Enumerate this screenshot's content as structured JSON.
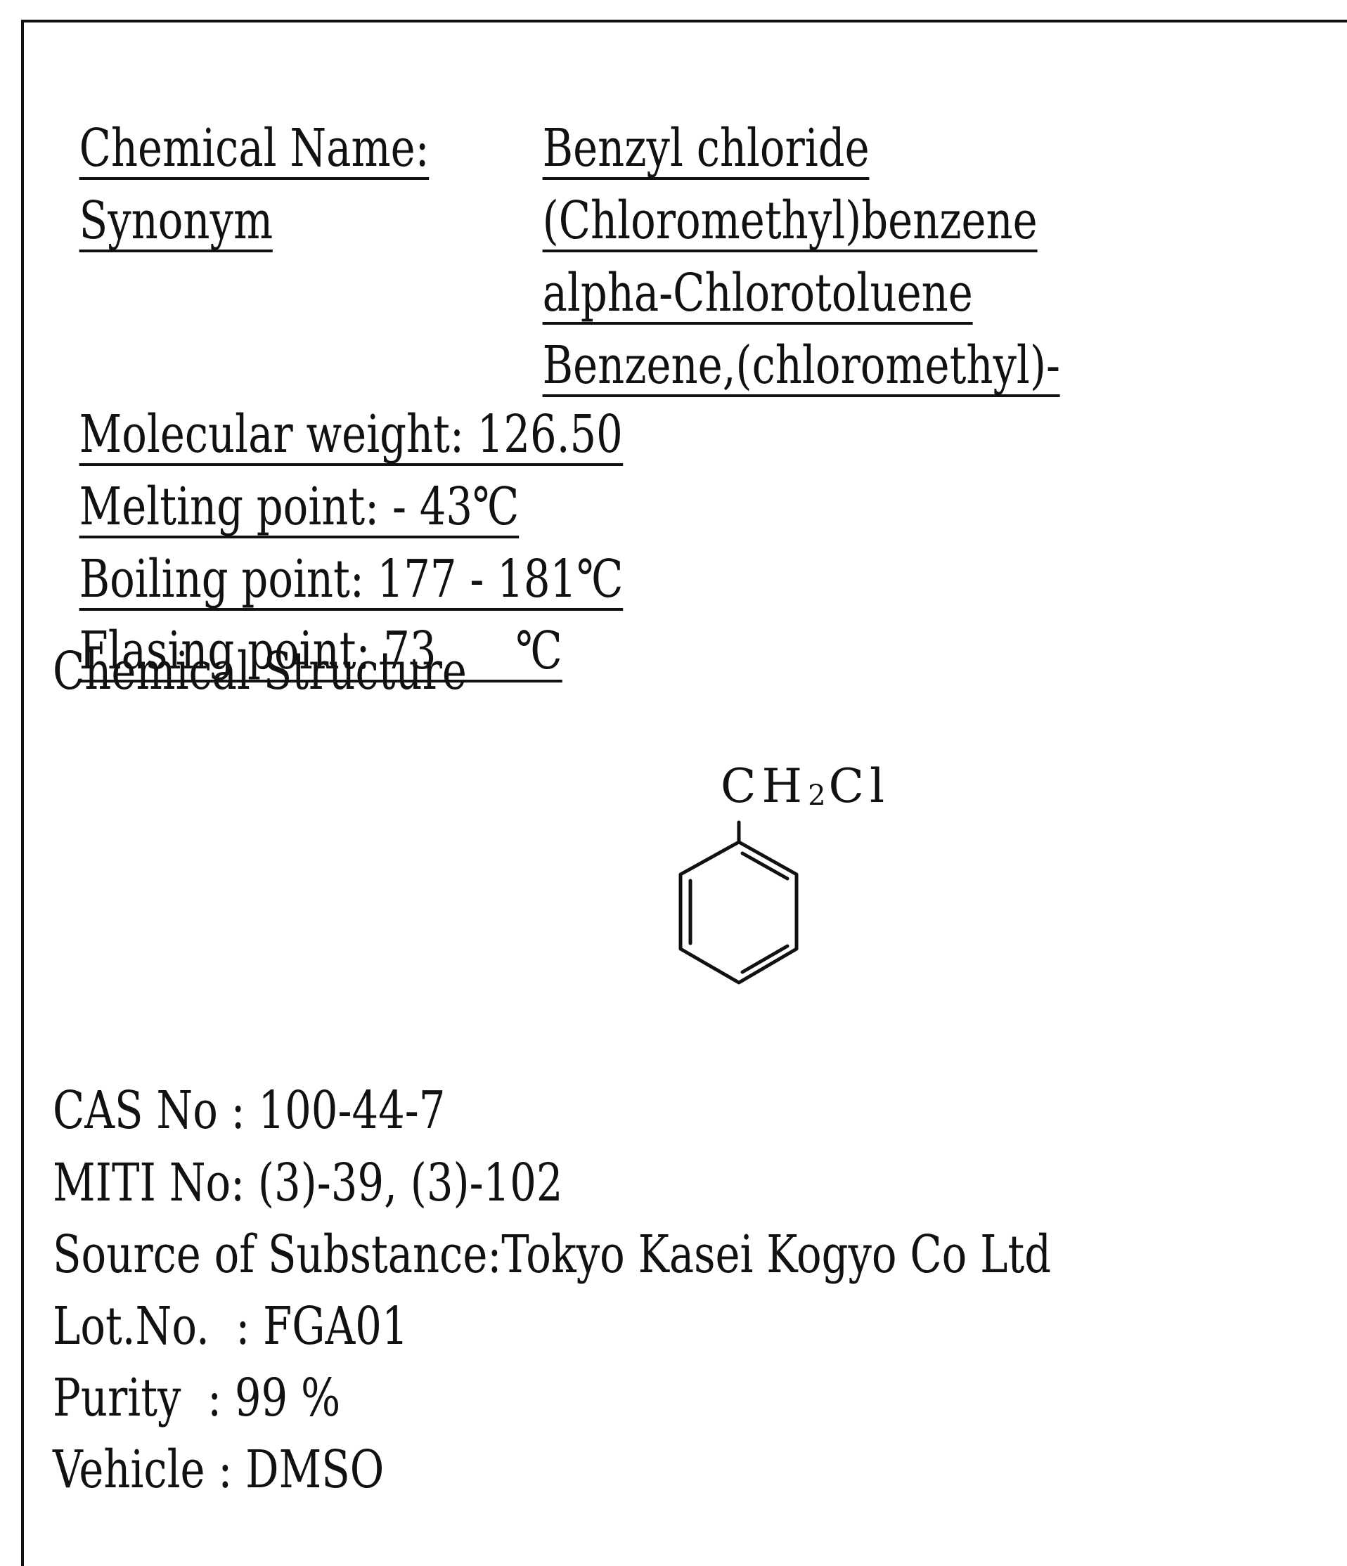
{
  "fields": {
    "chemical_name_label": "Chemical Name:",
    "chemical_name_value": "Benzyl chloride",
    "synonym_label": "Synonym",
    "synonyms": [
      "(Chloromethyl)benzene",
      "alpha-Chlorotoluene",
      "Benzene,(chloromethyl)-"
    ],
    "molecular_weight": "Molecular weight: 126.50",
    "melting_point": "Melting point: - 43℃",
    "boiling_point": "Boiling point: 177 - 181℃",
    "flasing_point": "Flasing point: 73      ℃",
    "structure_heading": "Chemical Structure"
  },
  "structure": {
    "formula_main": "CH",
    "formula_sub": "2",
    "formula_tail": "Cl"
  },
  "details": {
    "cas_no": "CAS No : 100-44-7",
    "miti_no": "MITI No: (3)-39, (3)-102",
    "source": "Source of Substance:Tokyo Kasei Kogyo Co Ltd",
    "lot_no": "Lot.No.  : FGA01",
    "purity": "Purity  : 99 %",
    "vehicle": "Vehicle : DMSO"
  }
}
